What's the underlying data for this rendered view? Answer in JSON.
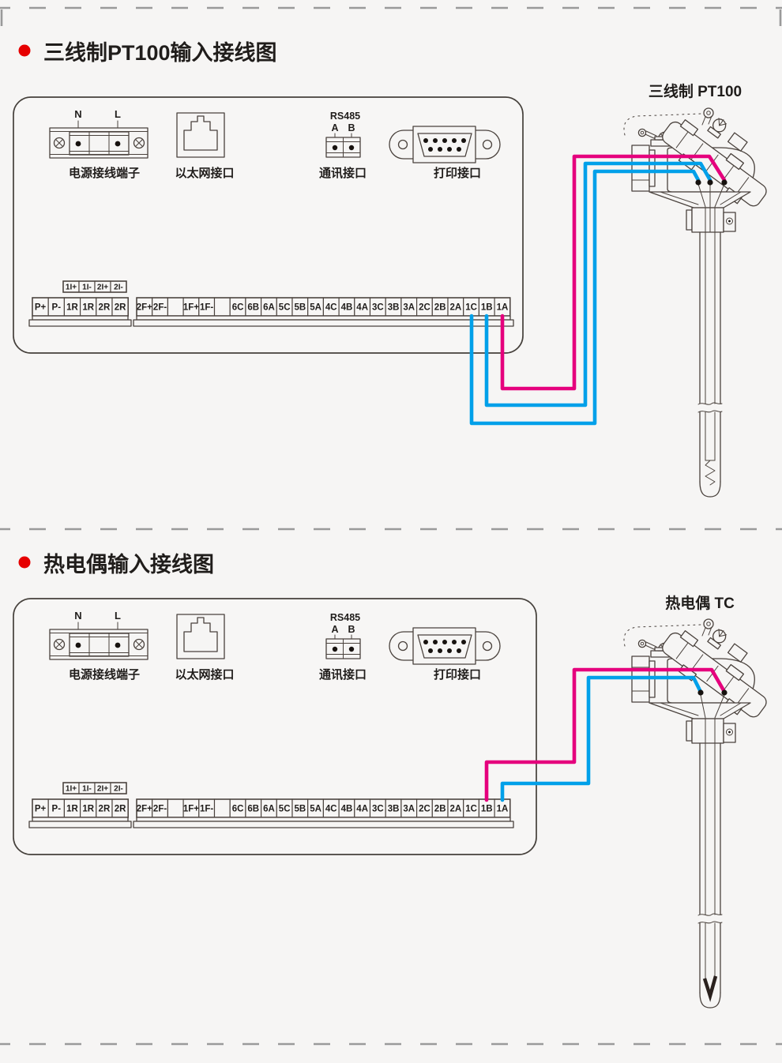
{
  "page": {
    "background": "#f6f5f4",
    "dash_border_color": "#9a9a9a"
  },
  "colors": {
    "wire_pink": "#e5007d",
    "wire_blue": "#00a0e9",
    "bullet_red": "#e60000",
    "linework": "#4a423d",
    "text_ink": "#201d1b"
  },
  "sections": [
    {
      "title": "三线制PT100输入接线图",
      "sensor_title": "三线制  PT100",
      "sensor_type": "pt100-rtd-3wire",
      "panel": {
        "power_n": "N",
        "power_l": "L",
        "power_label": "电源接线端子",
        "ethernet_label": "以太网接口",
        "rs485_title": "RS485",
        "rs485_a": "A",
        "rs485_b": "B",
        "comm_label": "通讯接口",
        "printer_label": "打印接口",
        "current_terminals": [
          "1I+",
          "1I-",
          "2I+",
          "2I-"
        ],
        "relay_terminals": [
          "P+",
          "P-",
          "1R",
          "1R",
          "2R",
          "2R"
        ],
        "input_terminals": [
          "2F+",
          "2F-",
          "",
          "1F+",
          "1F-",
          "",
          "6C",
          "6B",
          "6A",
          "5C",
          "5B",
          "5A",
          "4C",
          "4B",
          "4A",
          "3C",
          "3B",
          "3A",
          "2C",
          "2B",
          "2A",
          "1C",
          "1B",
          "1A"
        ]
      },
      "wiring": {
        "pink_from": "1A",
        "blue_from": [
          "1B",
          "1C"
        ]
      }
    },
    {
      "title": "热电偶输入接线图",
      "sensor_title": "热电偶  TC",
      "sensor_type": "thermocouple",
      "panel": {
        "power_n": "N",
        "power_l": "L",
        "power_label": "电源接线端子",
        "ethernet_label": "以太网接口",
        "rs485_title": "RS485",
        "rs485_a": "A",
        "rs485_b": "B",
        "comm_label": "通讯接口",
        "printer_label": "打印接口",
        "current_terminals": [
          "1I+",
          "1I-",
          "2I+",
          "2I-"
        ],
        "relay_terminals": [
          "P+",
          "P-",
          "1R",
          "1R",
          "2R",
          "2R"
        ],
        "input_terminals": [
          "2F+",
          "2F-",
          "",
          "1F+",
          "1F-",
          "",
          "6C",
          "6B",
          "6A",
          "5C",
          "5B",
          "5A",
          "4C",
          "4B",
          "4A",
          "3C",
          "3B",
          "3A",
          "2C",
          "2B",
          "2A",
          "1C",
          "1B",
          "1A"
        ]
      },
      "wiring": {
        "pink_from": "1B",
        "blue_from": [
          "1A"
        ]
      }
    }
  ]
}
